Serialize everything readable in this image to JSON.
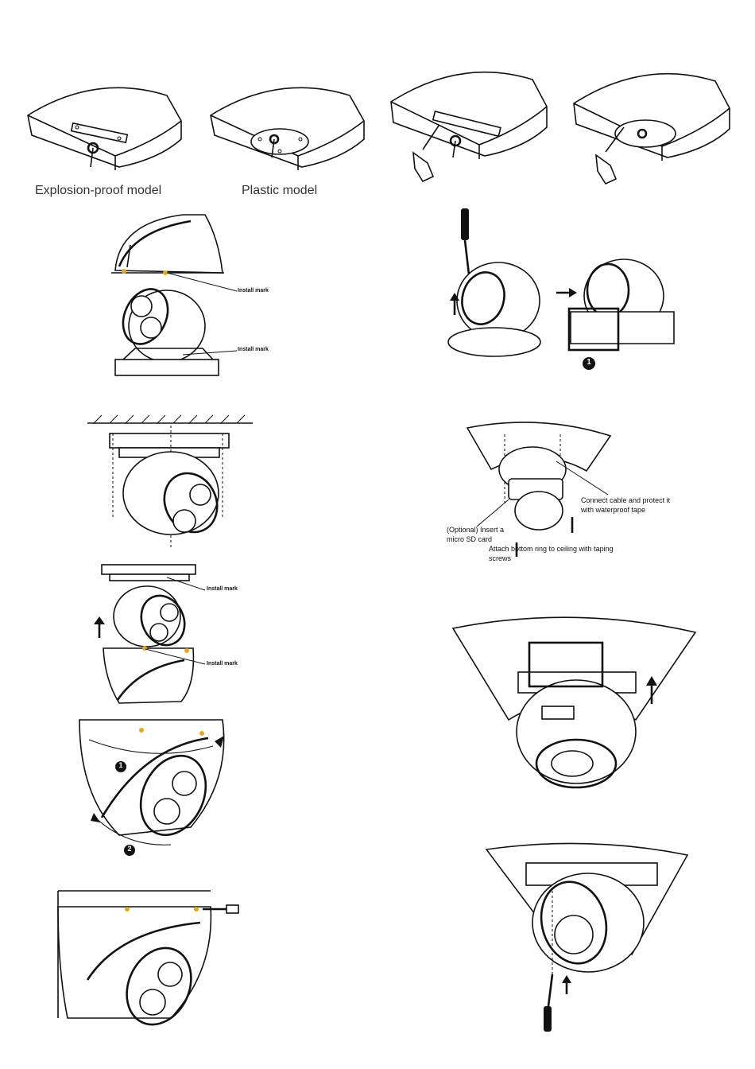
{
  "captions": {
    "explosion_proof": "Explosion-proof model",
    "plastic": "Plastic model"
  },
  "marks": {
    "install_mark_1": "Install mark",
    "install_mark_2": "Install mark",
    "install_mark_3": "Install mark",
    "install_mark_4": "Install mark"
  },
  "callouts": {
    "connect_cable": "Connect cable and protect it with waterproof tape",
    "sd_card": "(Optional) Insert a micro SD card",
    "attach_ring": "Attach bottom ring to ceiling with taping screws"
  },
  "step_numbers": {
    "one_a": "1",
    "one_b": "1",
    "two": "2"
  }
}
